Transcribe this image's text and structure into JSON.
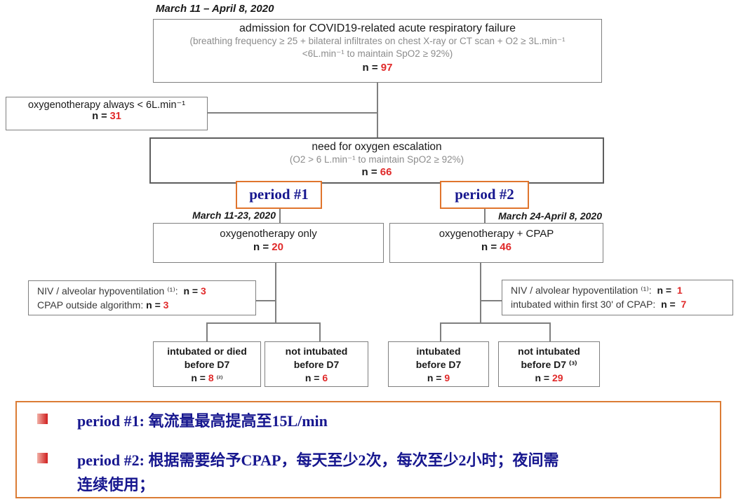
{
  "colors": {
    "red": "#E02A2A",
    "navy": "#17178F",
    "orange": "#E0752D",
    "box_border_gray": "#7F7F7F",
    "strong_border_gray": "#5E5E5E",
    "muted_text_gray": "#8C8C8C"
  },
  "flowchart": {
    "study_period": "March 11 – April 8, 2020",
    "admission": {
      "title": "admission for COVID19-related acute respiratory failure",
      "criteria1": "(breathing frequency ≥ 25 + bilateral infiltrates on chest X-ray or CT scan + O2 ≥ 3L.min⁻¹",
      "criteria2": "<6L.min⁻¹ to maintain SpO2 ≥ 92%)",
      "n_label": "n =",
      "n": "97"
    },
    "low_oxygen": {
      "title": "oxygenotherapy always < 6L.min⁻¹",
      "n_label": "n =",
      "n": "31"
    },
    "escalation": {
      "title": "need for oxygen escalation",
      "criteria": "(O2 > 6 L.min⁻¹ to maintain SpO2 ≥ 92%)",
      "n_label": "n =",
      "n": "66"
    },
    "period1_label": "period #1",
    "period2_label": "period #2",
    "period1_dates": "March 11-23, 2020",
    "period2_dates": "March 24-April 8, 2020",
    "branch1": {
      "title": "oxygenotherapy only",
      "n_label": "n =",
      "n": "20"
    },
    "branch2": {
      "title": "oxygenotherapy + CPAP",
      "n_label": "n =",
      "n": "46"
    },
    "note1": {
      "line1": "NIV / alveolar hypoventilation ⁽¹⁾:",
      "line1_n_label": "n =",
      "line1_n": "3",
      "line2": "CPAP outside algorithm:",
      "line2_n_label": "n =",
      "line2_n": "3"
    },
    "note2": {
      "line1": "NIV / alvolear hypoventilation ⁽¹⁾:",
      "line1_n_label": "n =",
      "line1_n": "1",
      "line2": "intubated within first 30' of CPAP:",
      "line2_n_label": "n =",
      "line2_n": "7"
    },
    "outcome1": {
      "line1": "intubated or died",
      "line2": "before  D7",
      "n_label": "n =",
      "n": "8",
      "note": "⁽²⁾"
    },
    "outcome2": {
      "line1": "not intubated",
      "line2": "before D7",
      "n_label": "n =",
      "n": "6"
    },
    "outcome3": {
      "line1": "intubated",
      "line2": "before D7",
      "n_label": "n =",
      "n": "9"
    },
    "outcome4": {
      "line1": "not intubated",
      "line2": "before D7 ⁽³⁾",
      "n_label": "n =",
      "n": "29"
    }
  },
  "legend": {
    "item1": "period #1: 氧流量最高提高至15L/min",
    "item2_line1": "period #2: 根据需要给予CPAP，每天至少2次，每次至少2小时；夜间需",
    "item2_line2": "连续使用；"
  }
}
